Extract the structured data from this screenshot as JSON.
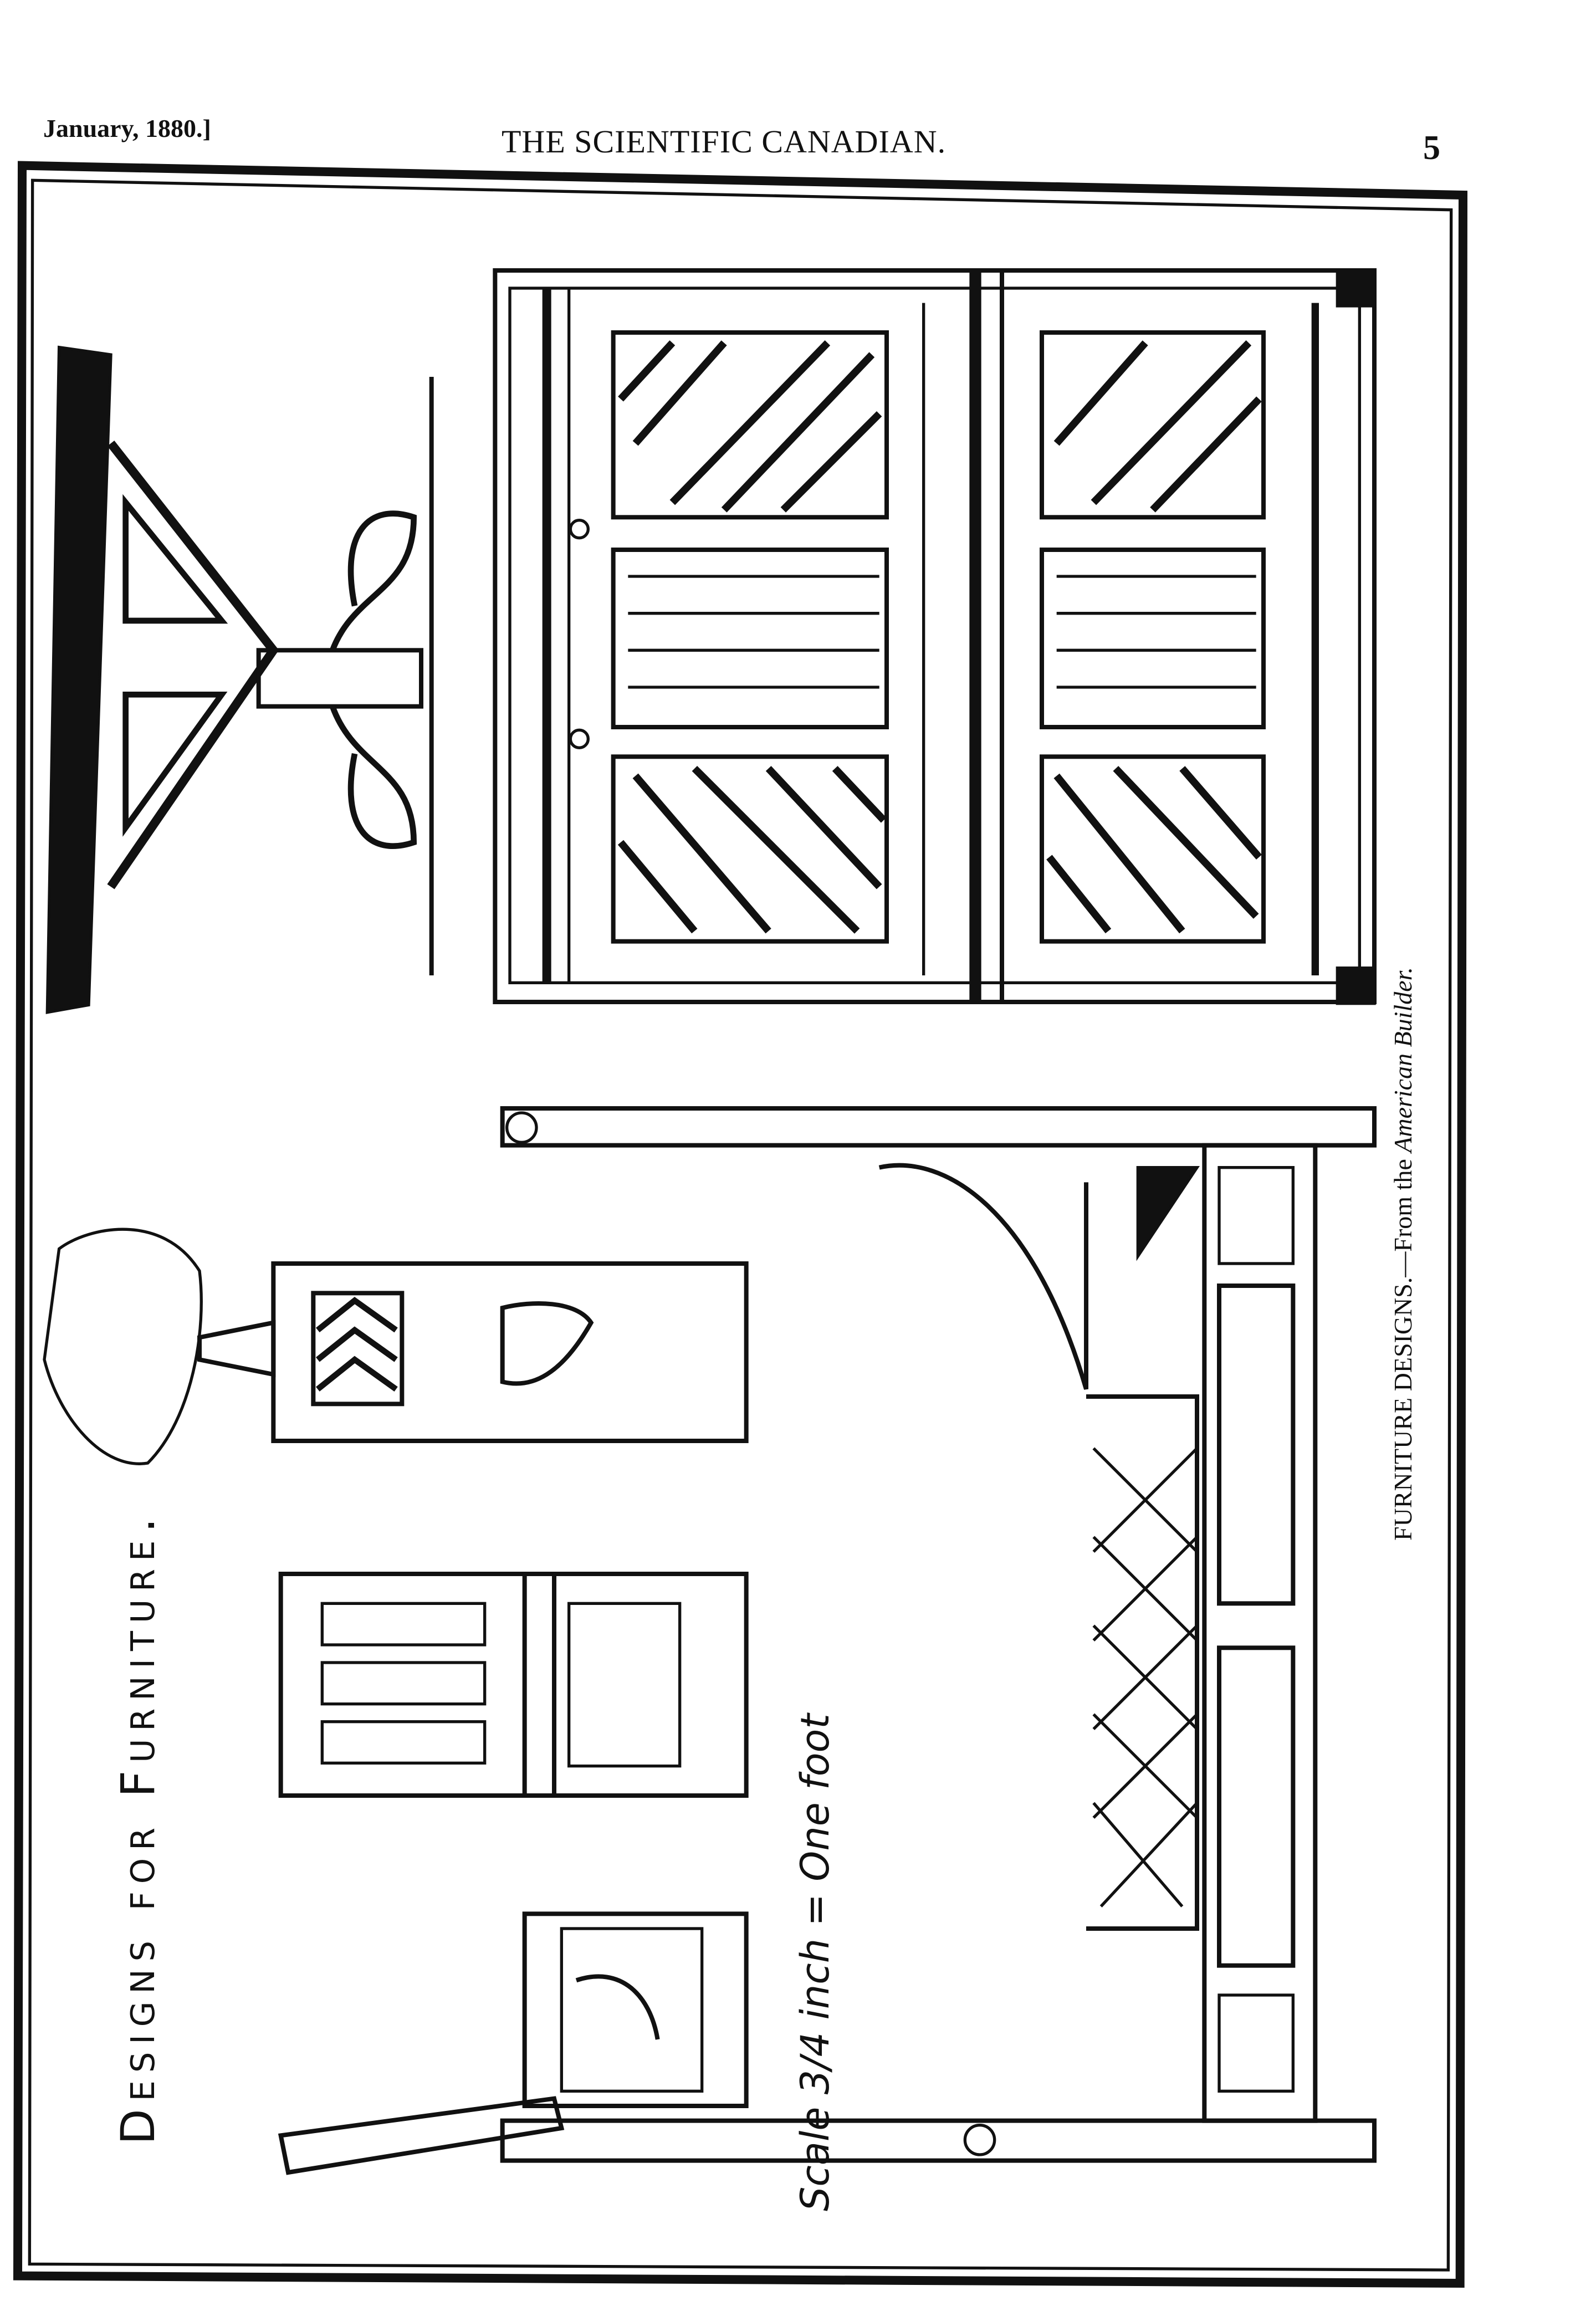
{
  "header": {
    "date": "January, 1880.]",
    "title": "THE SCIENTIFIC CANADIAN.",
    "page_number": "5"
  },
  "plate": {
    "heading": "Designs for Furniture.",
    "scale_note": "Scale 3/4 inch = One foot",
    "caption_main": "FURNITURE DESIGNS.—From the ",
    "caption_source": "American Builder."
  }
}
